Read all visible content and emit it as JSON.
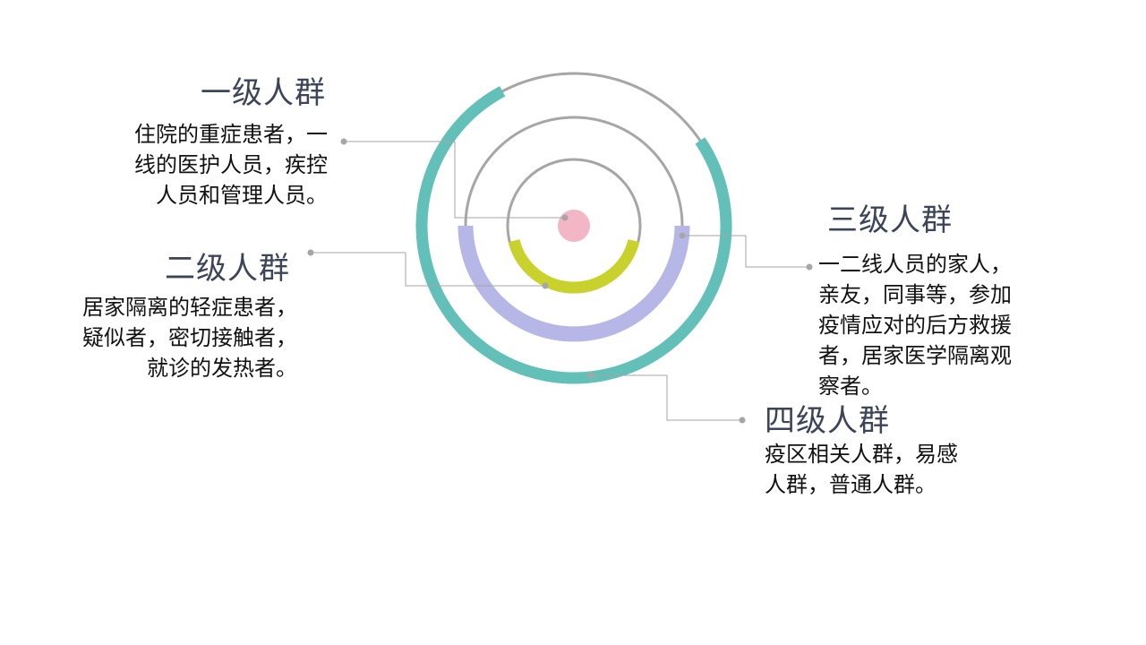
{
  "colors": {
    "outer_arc": "#63c0b8",
    "middle_arc": "#b6b7e6",
    "inner_arc": "#c9d22c",
    "center_dot": "#f2b6c6",
    "ring_gray": "#a6a6a6",
    "connector": "#a6a6a6",
    "title_text": "#3b4458",
    "body_text": "#111111"
  },
  "groups": [
    {
      "title": "一级人群",
      "lines": [
        "住院的重症患者，一",
        "线的医护人员，疾控",
        "人员和管理人员。"
      ]
    },
    {
      "title": "二级人群",
      "lines": [
        "居家隔离的轻症患者，",
        "疑似者，密切接触者，",
        "就诊的发热者。"
      ]
    },
    {
      "title": "三级人群",
      "lines": [
        "一二线人员的家人，",
        "亲友，同事等，参加",
        "疫情应对的后方救援",
        "者，居家医学隔离观",
        "察者。"
      ]
    },
    {
      "title": "四级人群",
      "lines": [
        "疫区相关人群，易感",
        "人群，普通人群。"
      ]
    }
  ]
}
